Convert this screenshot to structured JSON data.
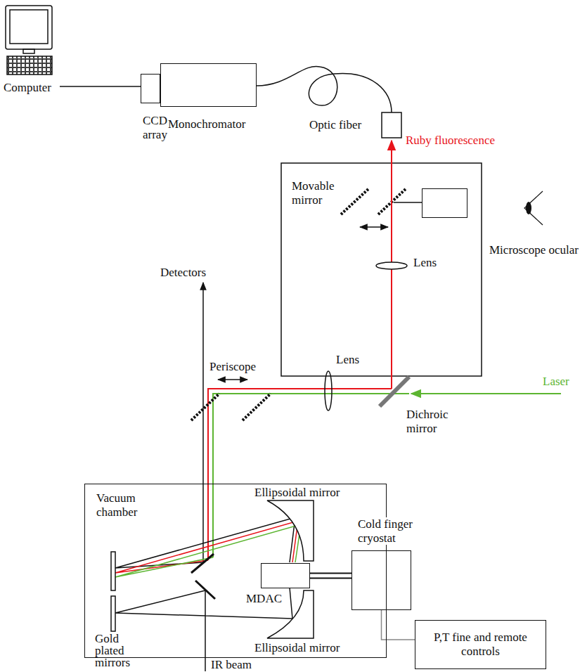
{
  "diagram": {
    "nodes": [
      {
        "text": [
          "CCD array"
        ]
      },
      {
        "text": [
          "Monochromator"
        ]
      },
      {
        "text": [
          "Vacuum chamber"
        ]
      },
      {
        "text": [
          "MDAC"
        ],
        "in": 2
      },
      {
        "text": [
          "Cold finger cryostat"
        ]
      },
      {
        "text": [
          "P,T fine and remote controls"
        ]
      },
      {
        "text": [
          "Microscope ocular"
        ]
      }
    ],
    "edges": [
      {
        "from": 3,
        "to": 4,
        "arrow": "none"
      },
      {
        "from": 4,
        "to": 5,
        "arrow": "none"
      }
    ],
    "labels": [
      "Computer",
      "Optic fiber",
      "Ruby fluorescence",
      "Movable mirror",
      "Detectors",
      "Lens",
      "Lens",
      "Periscope",
      "Laser",
      "Dichroic mirror",
      "Ellipsoidal mirror",
      "Ellipsoidal mirror",
      "Gold plated mirrors",
      "IR beam"
    ]
  }
}
